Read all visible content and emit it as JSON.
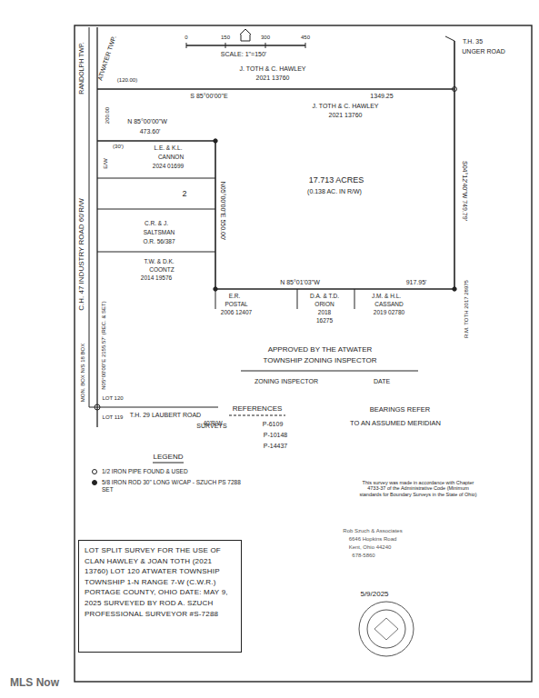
{
  "diagram": {
    "nodes": [
      {
        "text": [
          "LOT SPLIT SURVEY FOR THE USE OF CLAN HAWLEY & JOAN TOTH (2021 13760) LOT 120 ATWATER TOWNSHIP TOWNSHIP 1-N RANGE 7-W (C.W.R.) PORTAGE COUNTY, OHIO DATE: MAY 9, 2025 SURVEYED BY ROD A. SZUCH PROFESSIONAL SURVEYOR #S-7288"
        ]
      }
    ],
    "labels": [
      "RANDOLPH TWP.",
      "ATWATER TWP.",
      "T.H. 35",
      "UNGER ROAD",
      "0",
      "150",
      "300",
      "450",
      "SCALE: 1\"=150'",
      "J. TOTH & C. HAWLEY",
      "2021 13760",
      "(120.00)",
      "S 85°00'00\"E",
      "1349.25",
      "J. TOTH & C. HAWLEY",
      "2021 13760",
      "N 85°00'00\"W",
      "473.60'",
      "200.00",
      "(30')",
      "E/W",
      "L.E. & K.L.",
      "CANNON",
      "2024 01699",
      "2",
      "C.R. & J.",
      "SALTSMAN",
      "O.R. 56/387",
      "T.W. & D.K.",
      "COONTZ",
      "2014 19576",
      "N05°00'00\"E 550.00'",
      "17.713 ACRES",
      "(0.138 AC. IN R/W)",
      "S04°12'40\"W 749.79'",
      "N 85°01'03\"W",
      "917.95'",
      "E.R.",
      "POSTAL",
      "2006 12407",
      "D.A. & T.D.",
      "ORION",
      "2018",
      "16275",
      "J.M. & H.L.",
      "CASSAND",
      "2019 02780",
      "R.M. TOTH 2017 28975",
      "C.H. 47 INDUSTRY ROAD 60'R/W",
      "N05°00'00\"E 2155.57' (REC. & SET)",
      "MON. BOX N/S 18 BOX",
      "T.H. 29 LAUBERT ROAD",
      "40'R/W",
      "LOT 120",
      "LOT 119",
      "APPROVED BY THE ATWATER",
      "TOWNSHIP ZONING INSPECTOR",
      "ZONING INSPECTOR",
      "DATE",
      "REFERENCES",
      "SURVEYS",
      "P-6109",
      "P-10148",
      "P-14437",
      "BEARINGS REFER",
      "TO AN ASSUMED MERIDIAN",
      "LEGEND",
      "This survey was made in accordance with Chapter 4733-37 of the Administrative Code (Minimum standards for Boundary Surveys in the State of Ohio)",
      "Rob Szuch & Associates",
      "6646 Hopkins Road",
      "Kent, Ohio 44240",
      "678-5860",
      "5/9/2025",
      "MLS Now"
    ],
    "legend": [
      {
        "text": "1/2 IRON PIPE FOUND & USED"
      },
      {
        "text": "5/8 IRON ROD 30\" LONG W/CAP - SZUCH PS 7288 SET"
      }
    ]
  }
}
